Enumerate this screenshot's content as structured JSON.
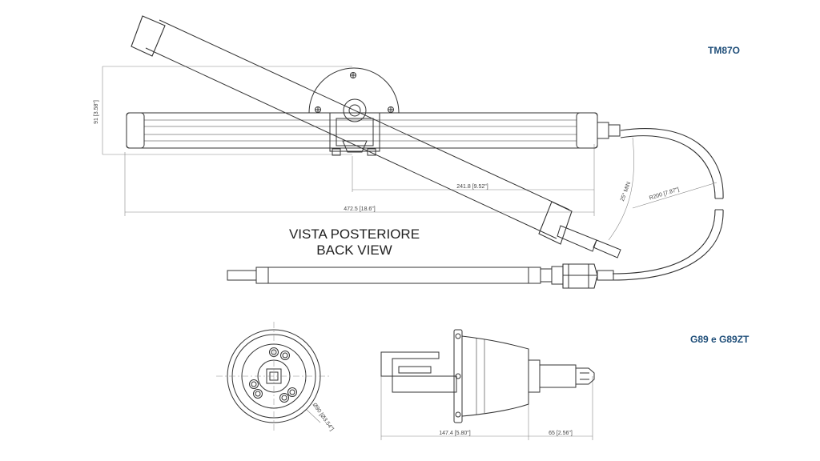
{
  "models": {
    "top": "TM87O",
    "bottom": "G89 e G89ZT"
  },
  "view_title": {
    "line1": "VISTA POSTERIORE",
    "line2": "BACK VIEW"
  },
  "dimensions": {
    "height": "91 [3.58\"]",
    "center_offset": "241.8 [9.52\"]",
    "total_length": "472.5 [18.6\"]",
    "bend_radius": "R200 [7.87\"]",
    "min_angle": "25° MIN",
    "flange_diameter": "Ø90 [Ø3.54\"]",
    "body_length": "147.4 [5.80\"]",
    "shaft_length": "65 [2.56\"]"
  },
  "colors": {
    "line": "#333333",
    "dim": "#666666",
    "label": "#1f4e79"
  }
}
